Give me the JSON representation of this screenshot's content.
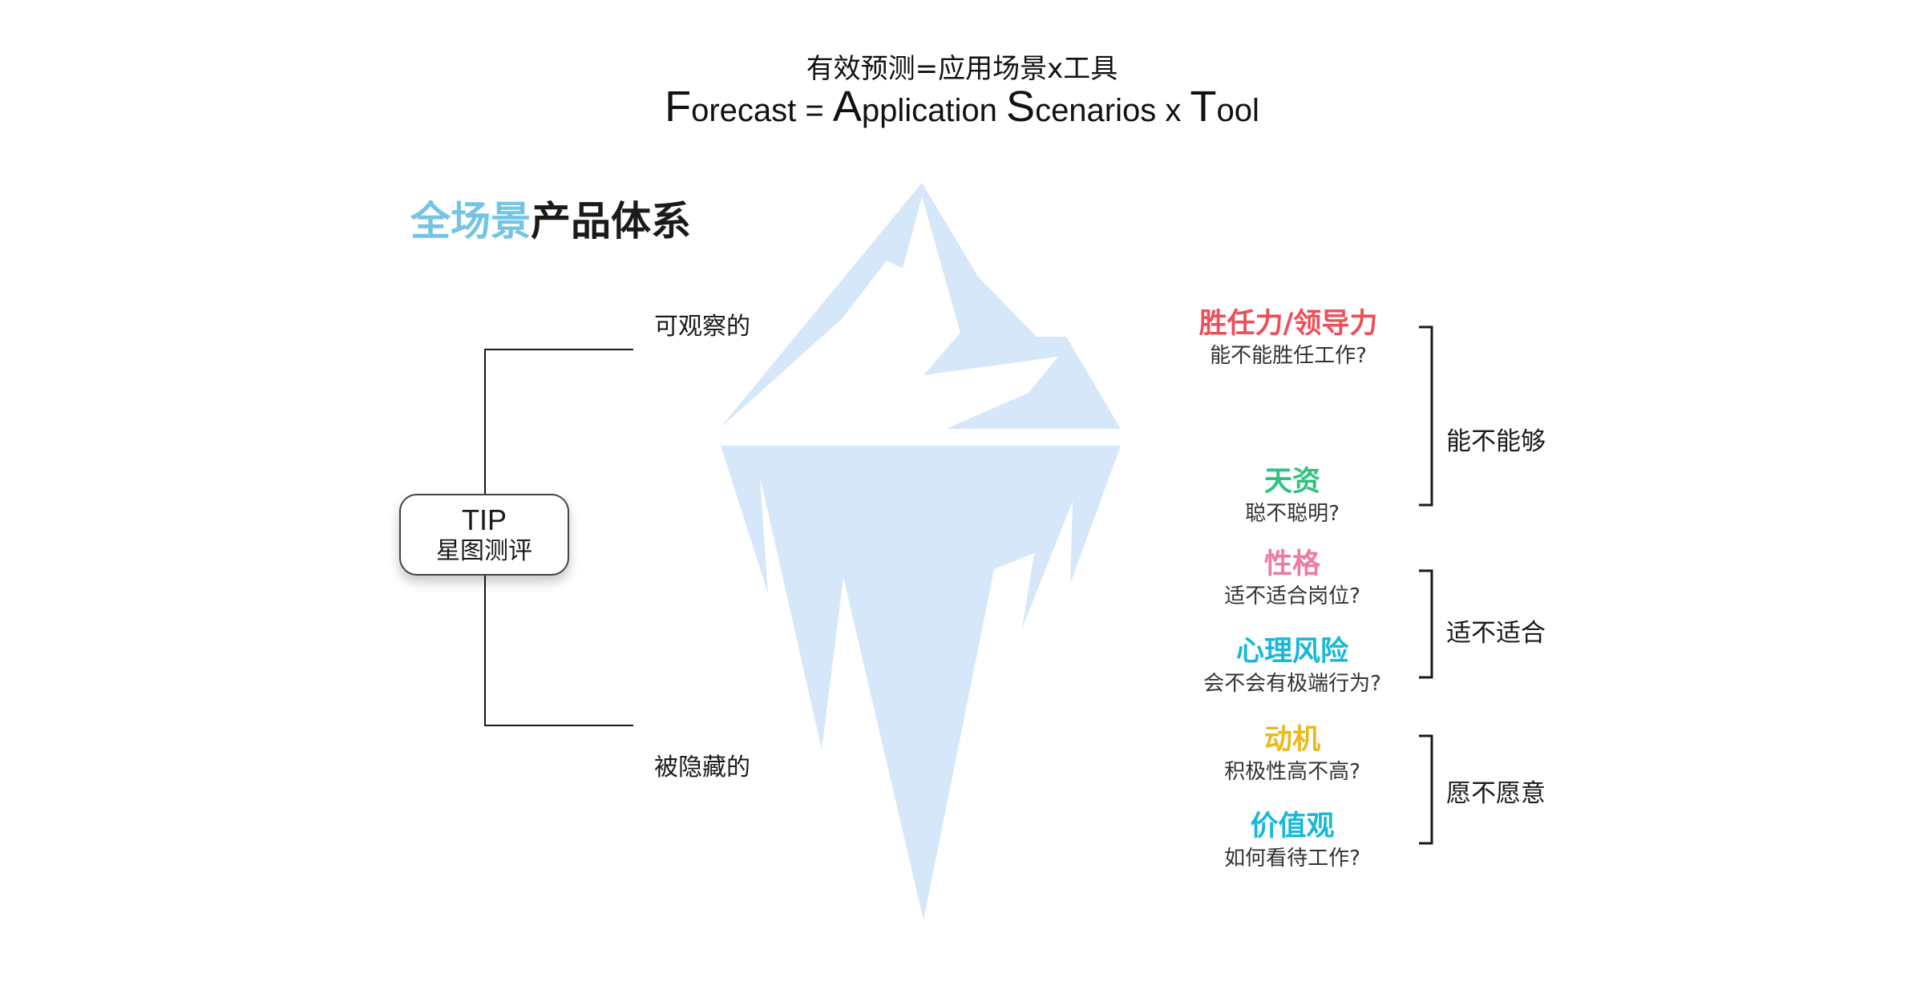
{
  "header": {
    "title_cn": "有效预测=应用场景x工具",
    "title_en": [
      {
        "big": "F",
        "rest": "orecast = "
      },
      {
        "big": "A",
        "rest": "pplication "
      },
      {
        "big": "S",
        "rest": "cenarios x "
      },
      {
        "big": "T",
        "rest": "ool"
      }
    ]
  },
  "section_title": {
    "highlight": "全场景",
    "rest": "产品体系"
  },
  "left": {
    "visible_label": "可观察的",
    "hidden_label": "被隐藏的",
    "tip_title": "TIP",
    "tip_subtitle": "星图测评"
  },
  "traits": [
    {
      "name": "胜任力/领导力",
      "question": "能不能胜任工作?",
      "color": "#ee4e58"
    },
    {
      "name": "天资",
      "question": "聪不聪明?",
      "color": "#2ec27e"
    },
    {
      "name": "性格",
      "question": "适不适合岗位?",
      "color": "#f07aa0"
    },
    {
      "name": "心理风险",
      "question": "会不会有极端行为?",
      "color": "#17b8d9"
    },
    {
      "name": "动机",
      "question": "积极性高不高?",
      "color": "#e9b91e"
    },
    {
      "name": "价值观",
      "question": "如何看待工作?",
      "color": "#17b8d9"
    }
  ],
  "groups": [
    {
      "label": "能不能够"
    },
    {
      "label": "适不适合"
    },
    {
      "label": "愿不愿意"
    }
  ],
  "colors": {
    "iceberg": "#d6e7f9",
    "highlight": "#74c4e6",
    "line": "#1a1a1a"
  }
}
